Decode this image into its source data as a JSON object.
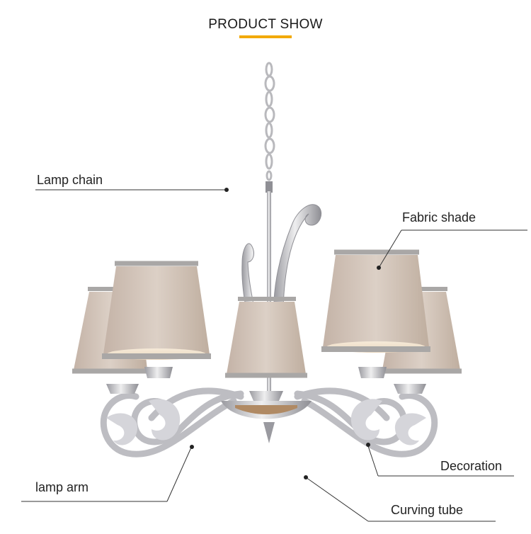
{
  "header": {
    "title": "PRODUCT SHOW",
    "accent_color": "#f2a900"
  },
  "callouts": {
    "lamp_chain": "Lamp chain",
    "fabric_shade": "Fabric shade",
    "decoration": "Decoration",
    "lamp_arm": "lamp arm",
    "curving_tube": "Curving tube"
  },
  "colors": {
    "shade_fabric": "#cfc1b6",
    "shade_trim": "#a9a7a6",
    "metal": "#c8c8cc",
    "wood_accent": "#b08a64"
  }
}
